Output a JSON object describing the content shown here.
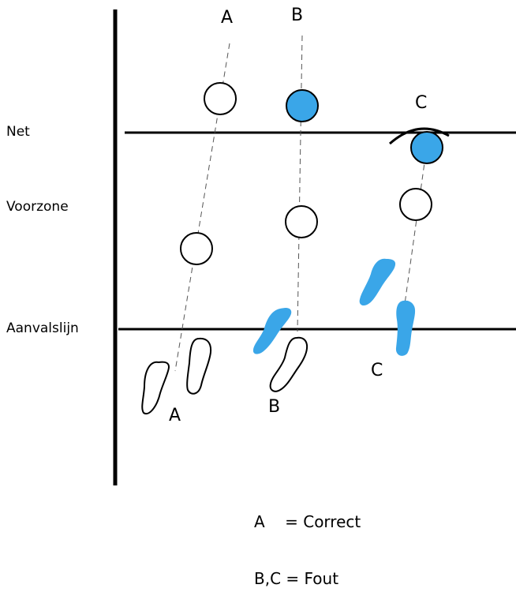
{
  "labels": {
    "net": "Net",
    "voorzone": "Voorzone",
    "aanvalslijn": "Aanvalslijn"
  },
  "trajectories": {
    "a": {
      "top_label": "A",
      "bottom_label": "A"
    },
    "b": {
      "top_label": "B",
      "bottom_label": "B"
    },
    "c": {
      "top_label": "C",
      "bottom_label": "C"
    }
  },
  "legend": {
    "line1": "A    = Correct",
    "line2": "B,C = Fout"
  },
  "colors": {
    "ball_fill": "#3aa6e8",
    "footprint_blue": "#3aa6e8",
    "line": "#000000",
    "ball_outline": "#000000"
  }
}
